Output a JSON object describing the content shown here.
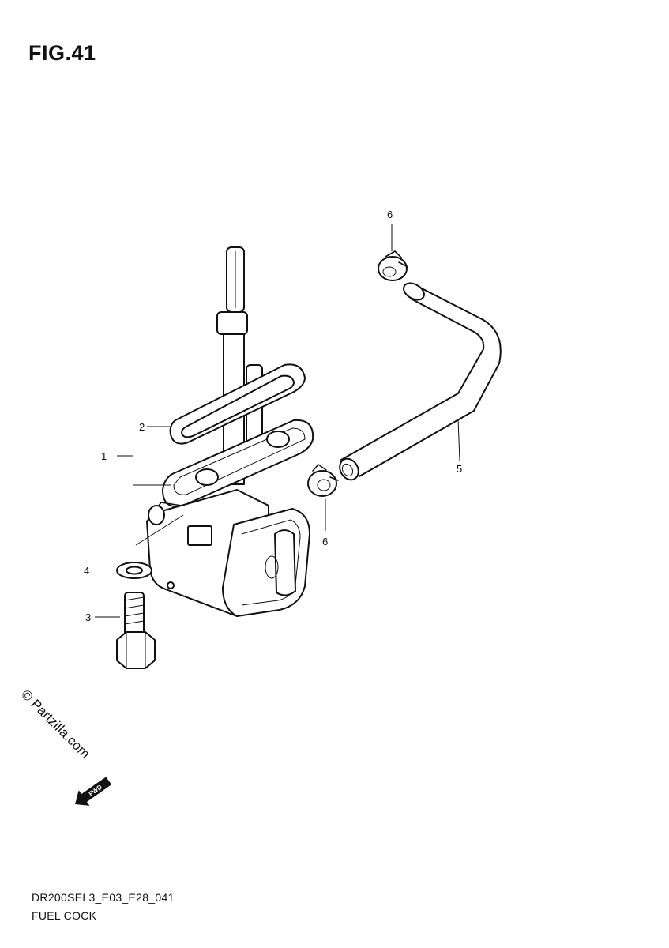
{
  "figure": {
    "title": "FIG.41",
    "model_code": "DR200SEL3_E03_E28_041",
    "caption": "FUEL COCK"
  },
  "callouts": [
    {
      "id": "1",
      "part": "fuel-cock-assembly"
    },
    {
      "id": "2",
      "part": "gasket"
    },
    {
      "id": "3",
      "part": "bolt"
    },
    {
      "id": "4",
      "part": "washer"
    },
    {
      "id": "5",
      "part": "fuel-hose"
    },
    {
      "id": "6",
      "part": "hose-clamp-upper"
    },
    {
      "id": "6",
      "part": "hose-clamp-lower"
    }
  ],
  "watermark": {
    "text": "© Partzilla.com",
    "fwd_label": "FWD"
  },
  "colors": {
    "ink": "#111111",
    "background": "#ffffff"
  }
}
